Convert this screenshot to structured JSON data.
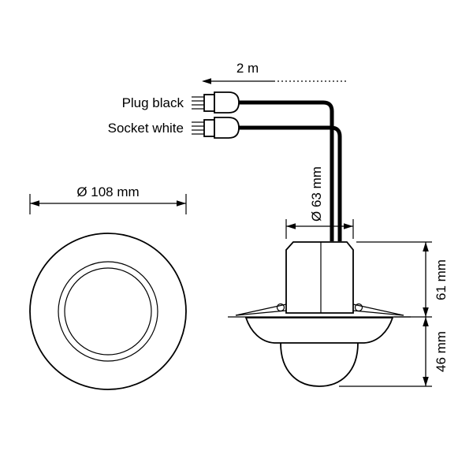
{
  "colors": {
    "line": "#000000",
    "background": "#ffffff"
  },
  "labels": {
    "cable_length": "2 m",
    "plug": "Plug black",
    "socket": "Socket white",
    "front_diameter": "Ø 108 mm",
    "body_diameter": "Ø 63 mm",
    "recessed_height": "61 mm",
    "visible_height": "46 mm"
  }
}
